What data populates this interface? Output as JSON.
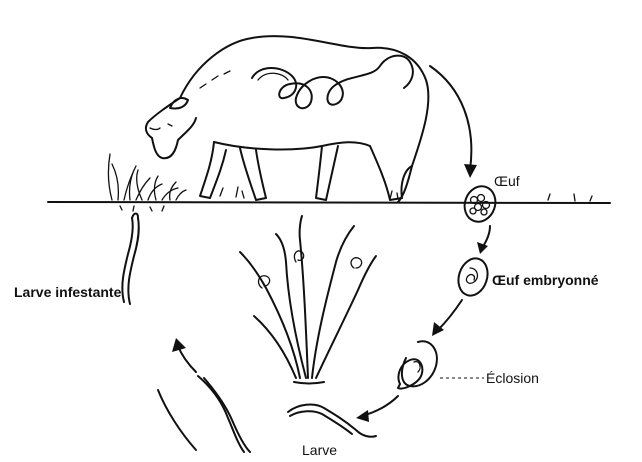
{
  "labels": {
    "egg": "Œuf",
    "embryonated_egg": "Œuf embryonné",
    "hatching": "Éclosion",
    "larva": "Larve",
    "infective_larva": "Larve infestante"
  }
}
